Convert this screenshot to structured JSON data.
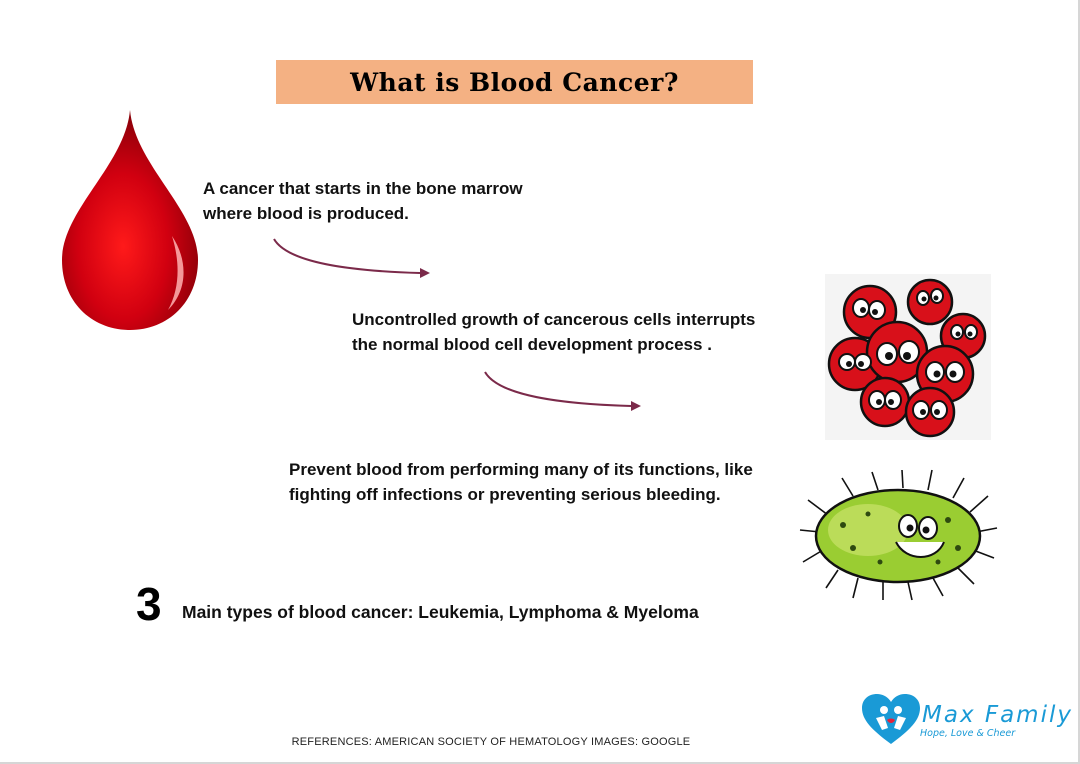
{
  "title": "What is Blood Cancer?",
  "points": [
    {
      "line1": " A cancer that starts in the bone marrow",
      "line2": "where blood is produced."
    },
    {
      "line1": "Uncontrolled growth of cancerous cells  interrupts",
      "line2": "the normal blood cell development process ."
    },
    {
      "line1": "Prevent blood from performing many of its functions, like",
      "line2": "fighting off infections or preventing serious bleeding."
    }
  ],
  "types": {
    "number": "3",
    "text": "Main types of blood cancer: Leukemia, Lymphoma & Myeloma"
  },
  "references": "REFERENCES: AMERICAN SOCIETY OF HEMATOLOGY   IMAGES: GOOGLE",
  "logo": {
    "name": "Max Family",
    "tagline": "Hope, Love & Cheer"
  },
  "colors": {
    "title_bg": "#f4b183",
    "arrow": "#7b2a4a",
    "blood": "#c8000a",
    "logo": "#1a9ad6",
    "germ": "#9acd32"
  },
  "icons": [
    "blood-drop-icon",
    "red-cells-icon",
    "germ-icon",
    "heart-logo-icon"
  ]
}
